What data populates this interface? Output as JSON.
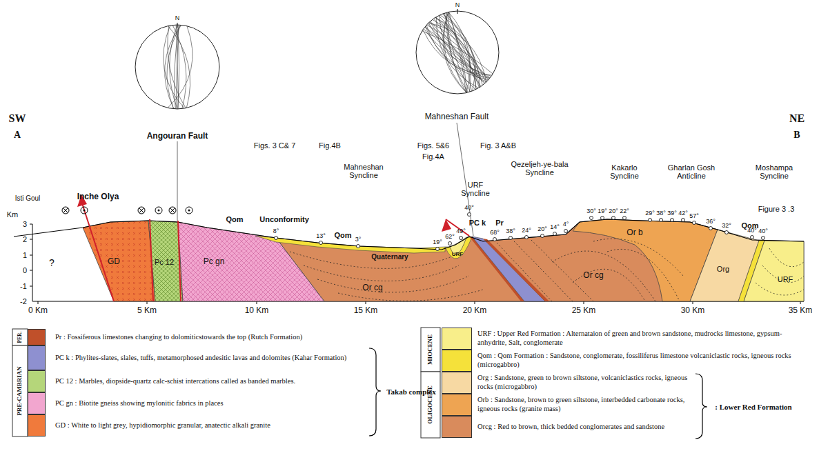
{
  "diagram": {
    "labels": [
      "Angouran Fault",
      "N",
      "Mahneshan Fault",
      "N",
      "SW",
      "A",
      "NE",
      "B",
      "Figs. 3 C& 7",
      "Fig.4B",
      "Figs. 5&6",
      "Fig. 3 A&B",
      "Fig.4A",
      "Isti Goul",
      "Inche Olya",
      "Mahneshan Syncline",
      "Qezeljeh-ye-bala Syncline",
      "URF Syncline",
      "Kakarlo Syncline",
      "Gharlan Gosh Anticline",
      "Moshampa Syncline",
      "Km",
      "3",
      "2",
      "1",
      "0",
      "-1",
      "-2",
      "0 Km",
      "5 Km",
      "10 Km",
      "15 Km",
      "20 Km",
      "25 Km",
      "30 Km",
      "35 Km",
      "?",
      "GD",
      "Pc 12",
      "Pc gn",
      "Qom",
      "Unconformity",
      "Qom",
      "Quaternary",
      "URF",
      "PC k",
      "Pr",
      "Or cg",
      "Or cg",
      "Or b",
      "Org",
      "URF",
      "Qom",
      "Figure 3 .3",
      "8°",
      "13°",
      "3°",
      "19°",
      "62°",
      "49°",
      "40°",
      "68°",
      "38°",
      "24°",
      "20°",
      "14°",
      "4°",
      "30°",
      "19°",
      "20°",
      "22°",
      "29°",
      "38°",
      "39°",
      "42°",
      "57°",
      "36°",
      "32°",
      "40°",
      "40°",
      "PER.",
      "PRE-CAMBRIAN",
      "Takab complex",
      "MIOCENE",
      "OLIGOCENE",
      ": Lower Red Formation"
    ],
    "legend": [
      {
        "text": "Pr : Fossiferous limestones changing to dolomiticstowards the top (Rutch Formation)",
        "color": "#c0502a"
      },
      {
        "text": "PC k : Phylites-slates, slales, tuffs, metamorphosed andesitic lavas and dolomites (Kahar Formation)",
        "color": "#8e90d0"
      },
      {
        "text": "PC 12 : Marbles, diopside-quartz calc-schist intercations called as banded marbles.",
        "color": "#b5d67a"
      },
      {
        "text": "PC gn : Biotite gneiss showing mylonitic fabrics in places",
        "color": "#f2a6cf"
      },
      {
        "text": "GD : White to light grey, hypidiomorphic granular, anatectic alkali granite",
        "color": "#f07a3c"
      },
      {
        "text": "URF : Upper Red Formation : Alternataion of green and brown sandstone, mudrocks limestone, gypsum-anhydrite, Salt, conglomerate",
        "color": "#f8ee8a"
      },
      {
        "text": "Qom : Qom Formation : Sandstone, conglomerate, fossiliferus limestone volcaniclastic rocks, igneous rocks (microgabbro)",
        "color": "#f5e13a"
      },
      {
        "text": "Org : Sandstone, green to brown siltstone, volcaniclastics rocks, igneous rocks (microgabbro)",
        "color": "#f7d9a3"
      },
      {
        "text": "Orb : Sandstone, brown to green siltstone, interbedded carbonate rocks, igneous rocks (granite mass)",
        "color": "#eea452"
      },
      {
        "text": "Orcg : Red to brown, thick bedded conglomerates and sandstone",
        "color": "#d98b5c"
      }
    ]
  }
}
